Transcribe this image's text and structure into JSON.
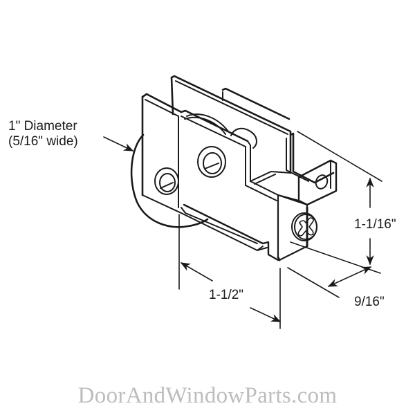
{
  "diagram": {
    "subject": "sliding door roller assembly",
    "line_color": "#1a1a1a",
    "background": "#ffffff"
  },
  "labels": {
    "diameter_line1": "1\" Diameter",
    "diameter_line2": "(5/16\" wide)",
    "height": "1-1/16\"",
    "length": "1-1/2\"",
    "width": "9/16\""
  },
  "watermark": {
    "text": "DoorAndWindowParts.com",
    "color": "#bdbdbd"
  }
}
